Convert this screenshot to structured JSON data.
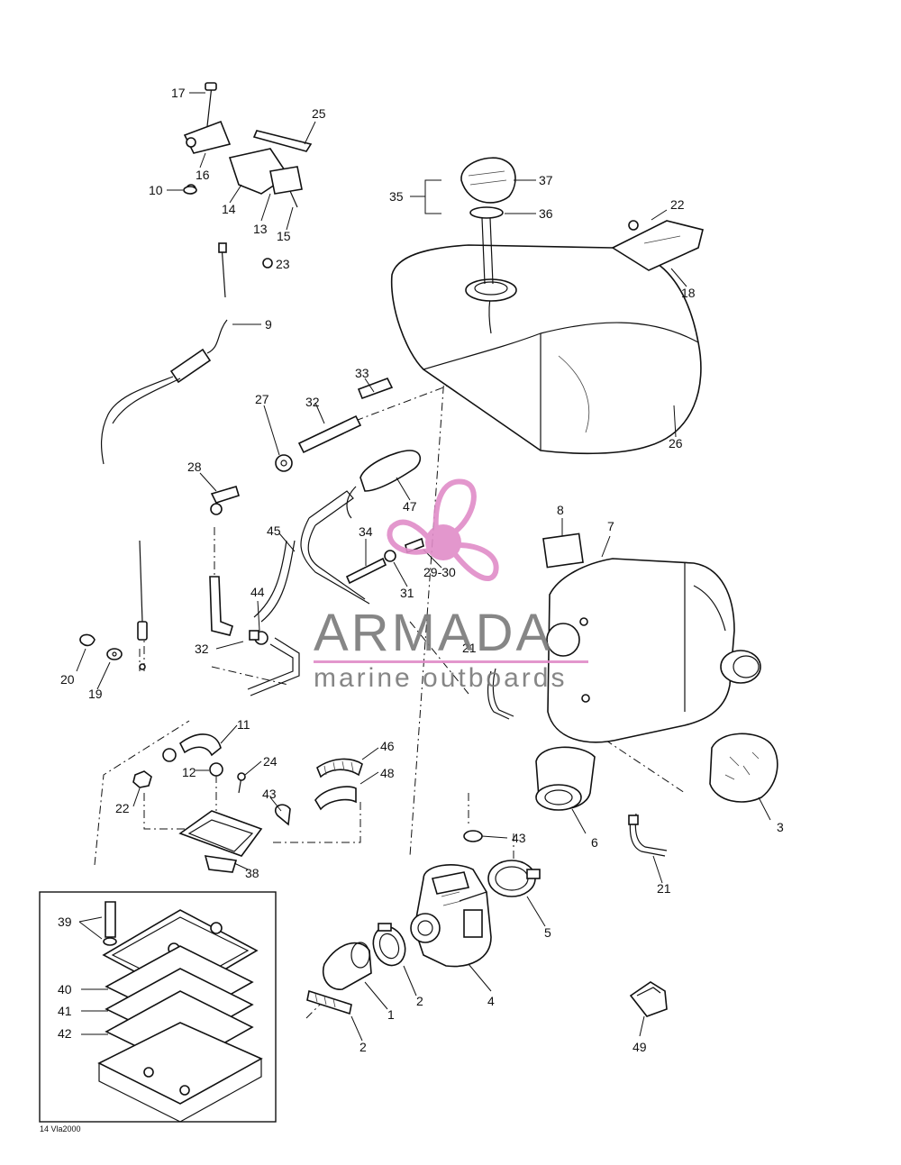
{
  "diagram": {
    "code": "14 Vla2000",
    "callouts": [
      "17",
      "25",
      "16",
      "10",
      "14",
      "13",
      "15",
      "23",
      "9",
      "37",
      "35",
      "36",
      "22",
      "18",
      "33",
      "32",
      "26",
      "27",
      "28",
      "47",
      "8",
      "7",
      "45",
      "34",
      "29-30",
      "31",
      "44",
      "21",
      "32",
      "20",
      "19",
      "11",
      "46",
      "12",
      "24",
      "48",
      "22",
      "43",
      "43",
      "6",
      "3",
      "21",
      "38",
      "39",
      "40",
      "41",
      "42",
      "1",
      "2",
      "4",
      "5",
      "2",
      "49"
    ]
  },
  "watermark": {
    "brand": "ARMADA",
    "tagline": "marine outboards",
    "accent_color": "#e08cc8",
    "text_color": "#7a7a7a"
  }
}
